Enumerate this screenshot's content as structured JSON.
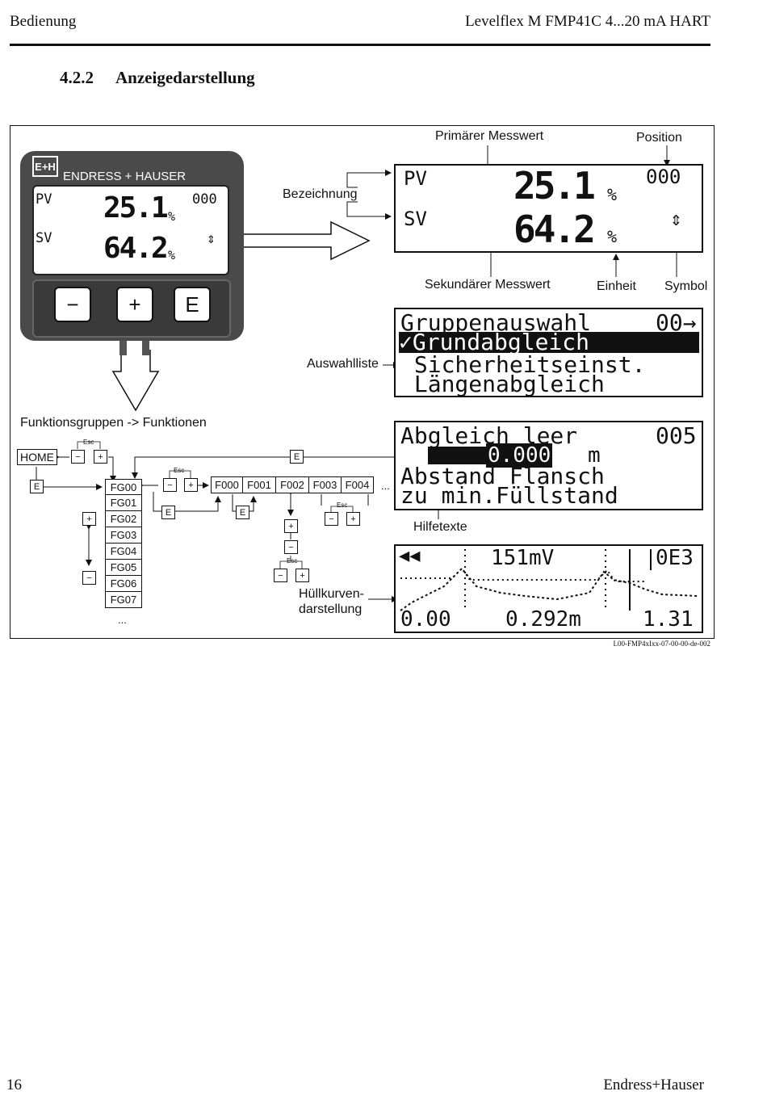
{
  "header": {
    "left": "Bedienung",
    "right": "Levelflex M FMP41C 4...20 mA HART"
  },
  "section": {
    "number": "4.2.2",
    "title": "Anzeigedarstellung"
  },
  "device": {
    "brand_logo": "E+H",
    "brand": "ENDRESS + HAUSER",
    "pv_label": "PV",
    "pv_value": "25.1",
    "pv_unit": "%",
    "position": "000",
    "sv_label": "SV",
    "sv_value": "64.2",
    "sv_unit": "%",
    "symbol": "⇕",
    "keys": {
      "minus": "−",
      "plus": "+",
      "enter": "E"
    }
  },
  "labels": {
    "primary": "Primärer Messwert",
    "position": "Position",
    "bezeichnung": "Bezeichnung",
    "secondary": "Sekundärer Messwert",
    "einheit": "Einheit",
    "symbol": "Symbol",
    "auswahlliste": "Auswahlliste",
    "hilfetexte": "Hilfetexte",
    "huellkurve_1": "Hüllkurven-",
    "huellkurve_2": "darstellung",
    "funktionsgruppen": "Funktionsgruppen -> Funktionen"
  },
  "display_main": {
    "pv_label": "PV",
    "pv_value": "25.1",
    "pv_unit": "%",
    "position": "000",
    "sv_label": "SV",
    "sv_value": "64.2",
    "sv_unit": "%",
    "symbol": "⇕"
  },
  "display_list": {
    "title": "Gruppenauswahl",
    "code": "00→",
    "items": [
      "✓Grundabgleich",
      " Sicherheitseinst.",
      " Längenabgleich"
    ]
  },
  "display_help": {
    "title": "Abgleich leer",
    "code": "005",
    "value": "0.000",
    "unit": "m",
    "line1": "Abstand Flansch",
    "line2": "zu min.Füllstand"
  },
  "display_curve": {
    "icon": "◀◀",
    "signal": "151mV",
    "code": "0E3",
    "x_min": "0.00",
    "x_mid": "0.292m",
    "x_max": "1.31"
  },
  "nav": {
    "home": "HOME",
    "esc": "Esc",
    "minus": "−",
    "plus": "+",
    "enter": "E",
    "groups": [
      "FG00",
      "FG01",
      "FG02",
      "FG03",
      "FG04",
      "FG05",
      "FG06",
      "FG07"
    ],
    "functions": [
      "F000",
      "F001",
      "F002",
      "F003",
      "F004"
    ],
    "more": "..."
  },
  "figure_id": "L00-FMP4xIxx-07-00-00-de-002",
  "footer": {
    "page": "16",
    "brand": "Endress+Hauser"
  }
}
